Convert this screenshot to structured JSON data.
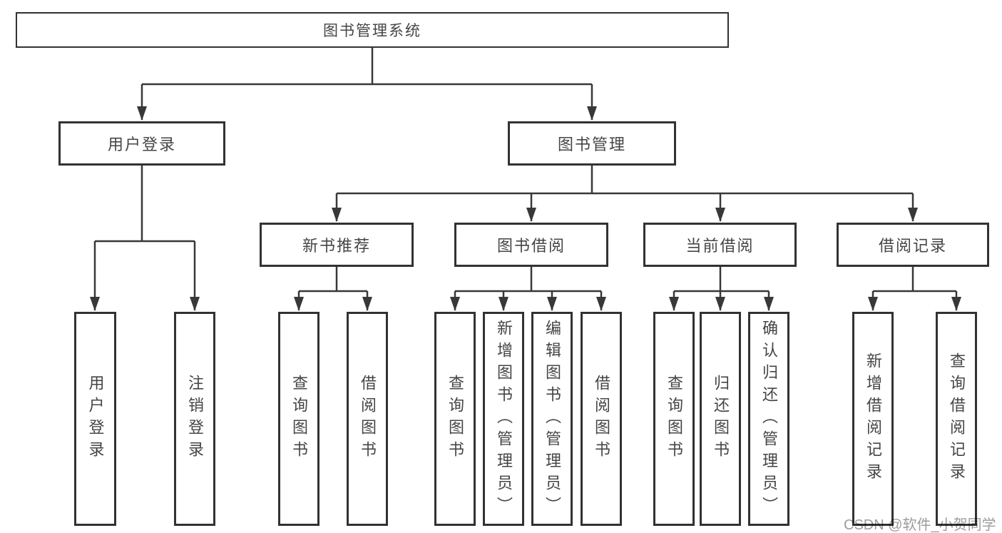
{
  "diagram": {
    "type": "tree",
    "title": "图书管理系统",
    "watermark": "CSDN @软件_小贺同学",
    "colors": {
      "background": "#ffffff",
      "box_border": "#323232",
      "box_fill": "#ffffff",
      "text": "#454545",
      "connector": "#383838",
      "watermark": "#9c9c9c"
    },
    "nodes": {
      "root": {
        "label": "图书管理系统"
      },
      "user_login": {
        "label": "用户登录"
      },
      "book_mgmt": {
        "label": "图书管理"
      },
      "new_book_rec": {
        "label": "新书推荐"
      },
      "book_borrow": {
        "label": "图书借阅"
      },
      "current_borrow": {
        "label": "当前借阅"
      },
      "borrow_records": {
        "label": "借阅记录"
      },
      "ul_login": {
        "label": "用户登录"
      },
      "ul_logout": {
        "label": "注销登录"
      },
      "nbr_query": {
        "label": "查询图书"
      },
      "nbr_borrow": {
        "label": "借阅图书"
      },
      "bb_query": {
        "label": "查询图书"
      },
      "bb_add": {
        "label": "新增图书（管理员）"
      },
      "bb_edit": {
        "label": "编辑图书（管理员）"
      },
      "bb_borrow": {
        "label": "借阅图书"
      },
      "cb_query": {
        "label": "查询图书"
      },
      "cb_return": {
        "label": "归还图书"
      },
      "cb_confirm": {
        "label": "确认归还（管理员）"
      },
      "br_add": {
        "label": "新增借阅记录"
      },
      "br_query": {
        "label": "查询借阅记录"
      }
    },
    "edges": [
      [
        "图书管理系统",
        "用户登录"
      ],
      [
        "图书管理系统",
        "图书管理"
      ],
      [
        "用户登录",
        "用户登录"
      ],
      [
        "用户登录",
        "注销登录"
      ],
      [
        "图书管理",
        "新书推荐"
      ],
      [
        "图书管理",
        "图书借阅"
      ],
      [
        "图书管理",
        "当前借阅"
      ],
      [
        "图书管理",
        "借阅记录"
      ],
      [
        "新书推荐",
        "查询图书"
      ],
      [
        "新书推荐",
        "借阅图书"
      ],
      [
        "图书借阅",
        "查询图书"
      ],
      [
        "图书借阅",
        "新增图书（管理员）"
      ],
      [
        "图书借阅",
        "编辑图书（管理员）"
      ],
      [
        "图书借阅",
        "借阅图书"
      ],
      [
        "当前借阅",
        "查询图书"
      ],
      [
        "当前借阅",
        "归还图书"
      ],
      [
        "当前借阅",
        "确认归还（管理员）"
      ],
      [
        "借阅记录",
        "新增借阅记录"
      ],
      [
        "借阅记录",
        "查询借阅记录"
      ]
    ]
  }
}
